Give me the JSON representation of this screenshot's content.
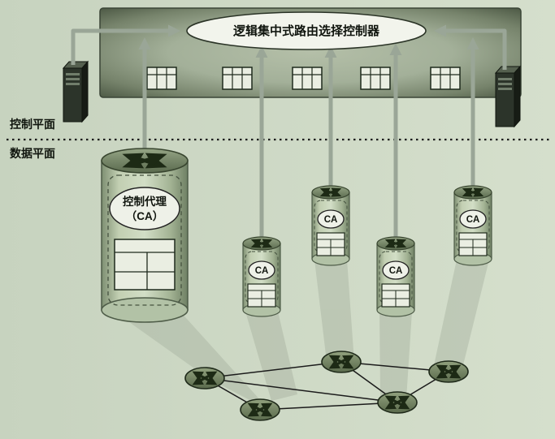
{
  "title": "SDN logically centralized control architecture diagram",
  "controller": {
    "label": "逻辑集中式路由选择控制器"
  },
  "planes": {
    "control_label": "控制平面",
    "data_label": "数据平面"
  },
  "big_agent": {
    "line1": "控制代理",
    "line2": "（CA）"
  },
  "small_agents": [
    {
      "label": "CA"
    },
    {
      "label": "CA"
    },
    {
      "label": "CA"
    },
    {
      "label": "CA"
    }
  ],
  "icons": {
    "router_icon": "crossed-arrows-router-disk",
    "flow_table_icon": "flow-table-grid",
    "server_icon": "server-tower"
  },
  "colors": {
    "background": "#c9d5c0",
    "slab_edge": "#414d3a",
    "arrow": "#9aa697",
    "beam": "#a7b19f",
    "table_fill": "#eaeee2",
    "ca_fill": "#eef1e8"
  }
}
